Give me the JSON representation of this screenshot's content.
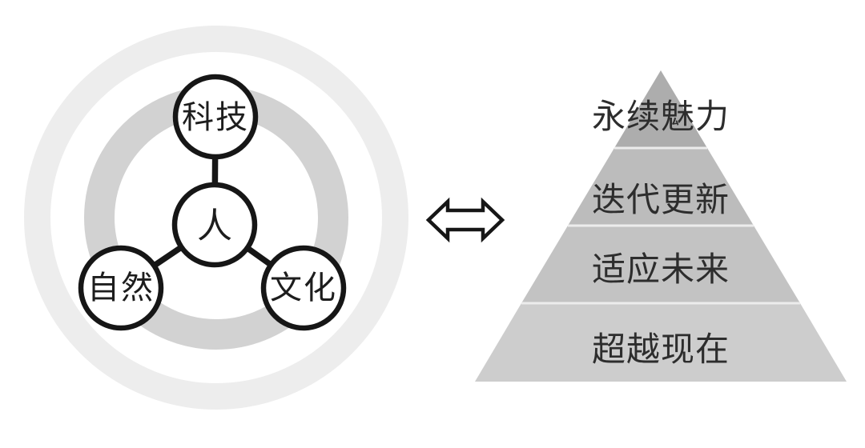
{
  "colors": {
    "background": "#ffffff",
    "outer_ring": "#ededed",
    "inner_ring": "#d2d2d2",
    "ink": "#161616",
    "node_fill": "#ffffff",
    "label_text": "#1d1d1d",
    "pyramid_text": "#2d2d2d",
    "pyramid_separator": "#ececec",
    "pyramid_levels": [
      "#adadad",
      "#bcbcbc",
      "#c3c3c3",
      "#cdcdcd"
    ]
  },
  "hub_diagram": {
    "center_node": {
      "label": "人"
    },
    "satellite_nodes": [
      {
        "id": "technology",
        "label": "科技"
      },
      {
        "id": "nature",
        "label": "自然"
      },
      {
        "id": "culture",
        "label": "文化"
      }
    ]
  },
  "connector": {
    "type": "double-headed-arrow"
  },
  "pyramid": {
    "levels": [
      {
        "label": "永续魅力"
      },
      {
        "label": "迭代更新"
      },
      {
        "label": "适应未来"
      },
      {
        "label": "超越现在"
      }
    ]
  }
}
